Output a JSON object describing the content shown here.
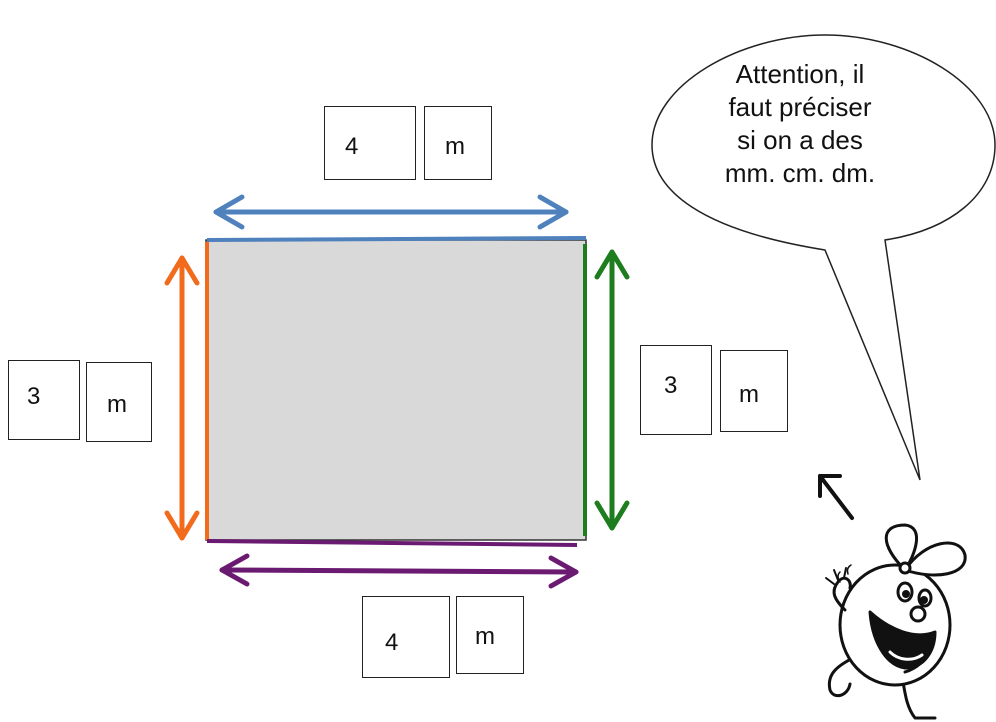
{
  "labels": {
    "top": {
      "number": "4",
      "unit": "m"
    },
    "left": {
      "number": "3",
      "unit": "m"
    },
    "right": {
      "number": "3",
      "unit": "m"
    },
    "bottom": {
      "number": "4",
      "unit": "m"
    }
  },
  "speech_bubble": {
    "lines": [
      "Attention, il",
      "faut préciser",
      "si on a des",
      "mm. cm. dm."
    ]
  },
  "colors": {
    "top_edge": "#4f81bd",
    "left_edge": "#f26b1d",
    "right_edge": "#1e7d1e",
    "bottom_edge": "#6b1a72",
    "rectangle_fill": "#d9d9d9"
  },
  "icons": {
    "character": "cartoon-girl-with-bow-icon",
    "pointer": "pointer-arrow-icon"
  }
}
